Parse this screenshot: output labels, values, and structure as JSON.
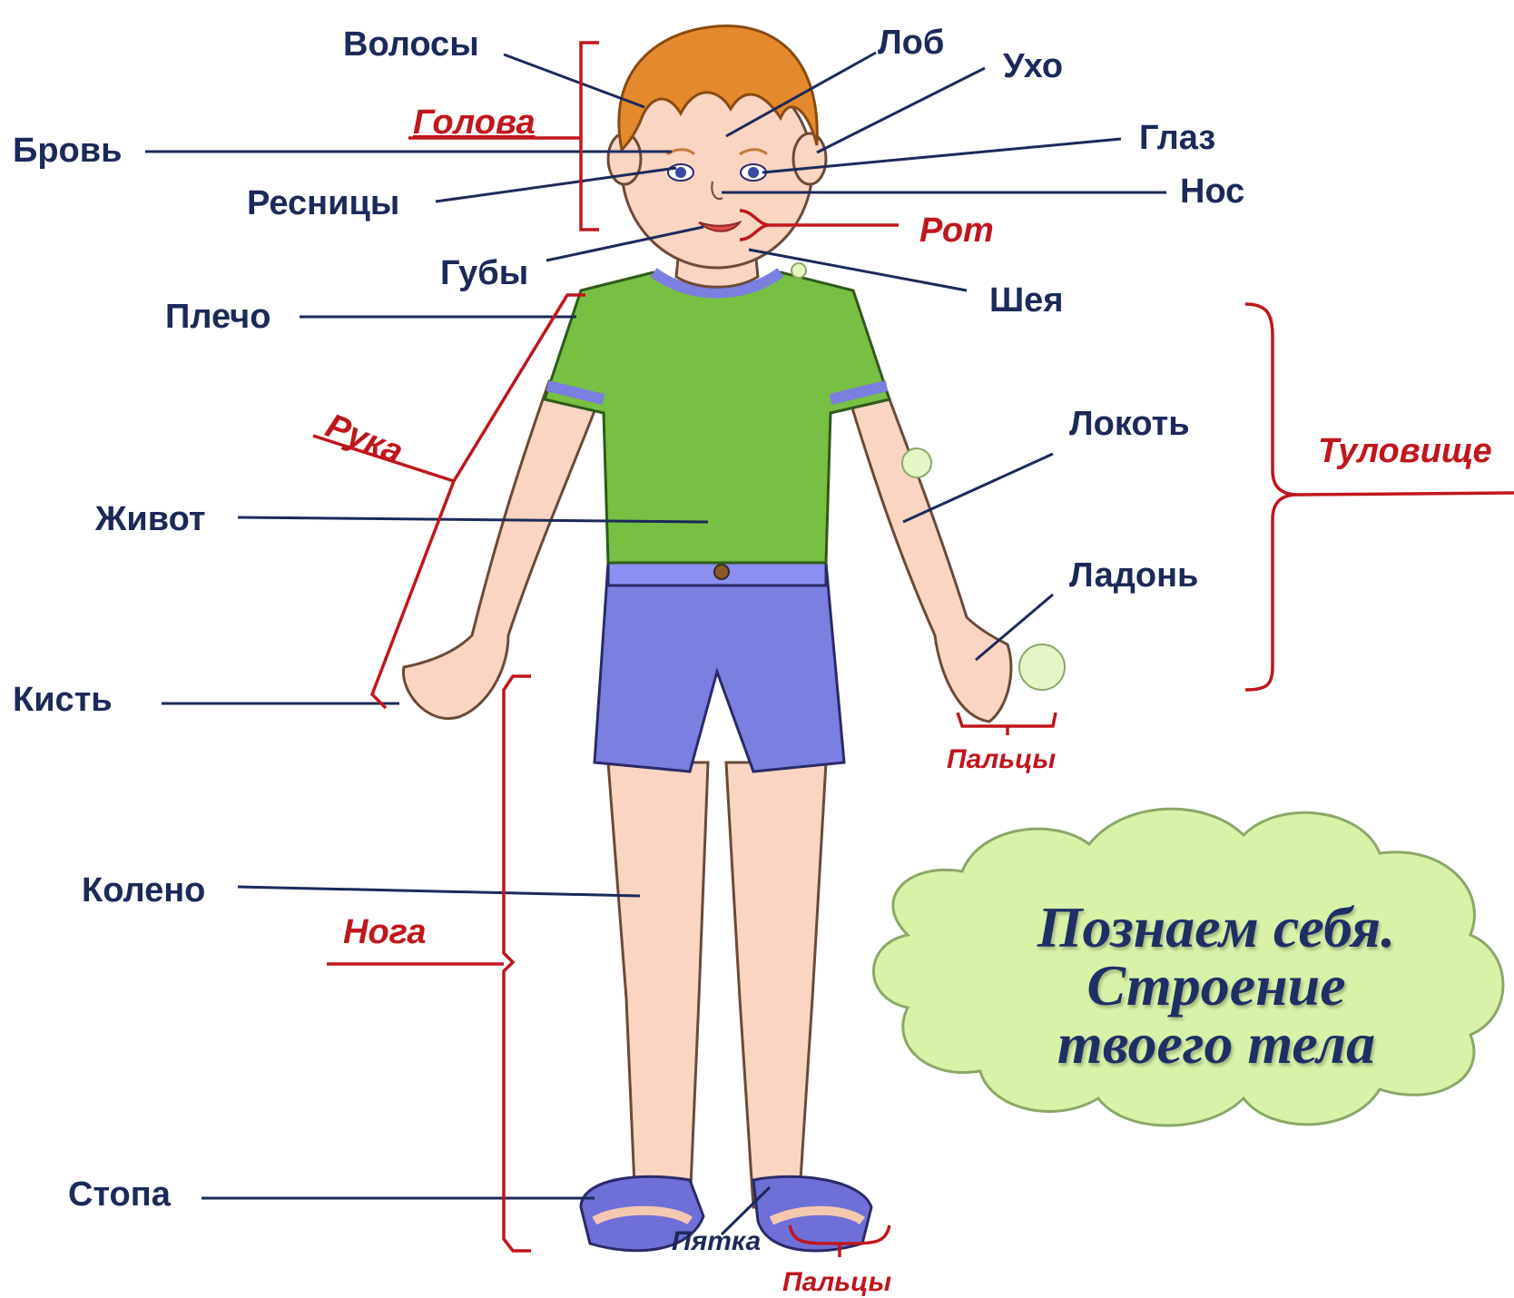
{
  "colors": {
    "label": "#1b2a5a",
    "group": "#c0161c",
    "shirt": "#77c043",
    "shorts": "#7a7fe0",
    "skin": "#f9d5c2",
    "hair": "#e58a2c",
    "cloud": "#d8f2a8"
  },
  "labels": {
    "hair": "Волосы",
    "forehead": "Лоб",
    "ear": "Ухо",
    "eyebrow": "Бровь",
    "eye": "Глаз",
    "eyelashes": "Ресницы",
    "nose": "Нос",
    "lips": "Губы",
    "neck": "Шея",
    "shoulder": "Плечо",
    "elbow": "Локоть",
    "belly": "Живот",
    "palm": "Ладонь",
    "hand": "Кисть",
    "knee": "Колено",
    "foot": "Стопа",
    "heel": "Пятка"
  },
  "groups": {
    "head": "Голова",
    "mouth": "Рот",
    "arm": "Рука",
    "torso": "Туловище",
    "leg": "Нога",
    "fingers_hand": "Пальцы",
    "toes": "Пальцы"
  },
  "title": {
    "line1": "Познаем себя.",
    "line2": "Строение",
    "line3": "твоего тела"
  }
}
